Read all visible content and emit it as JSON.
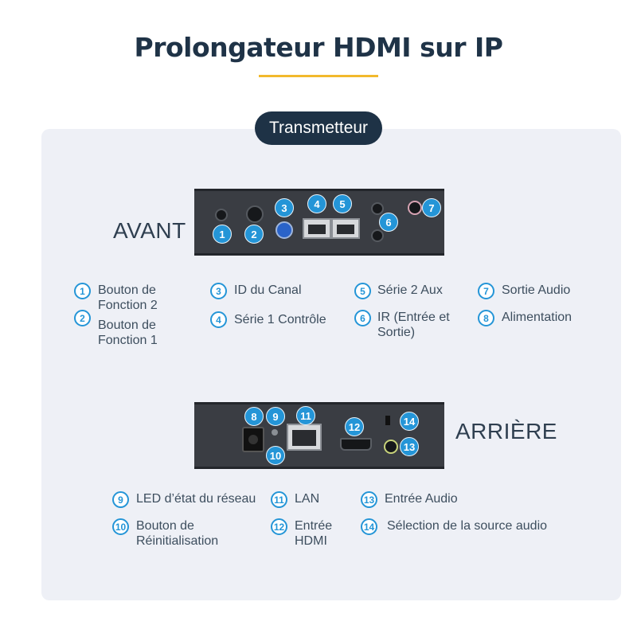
{
  "title": "Prolongateur HDMI sur IP",
  "pill": "Transmetteur",
  "front": {
    "label": "AVANT",
    "badges": [
      "1",
      "2",
      "3",
      "4",
      "5",
      "6",
      "7"
    ],
    "legend": [
      {
        "n": "1",
        "text": "Bouton de Fonction 2"
      },
      {
        "n": "2",
        "text": "Bouton de Fonction 1"
      },
      {
        "n": "3",
        "text": "ID du Canal"
      },
      {
        "n": "4",
        "text": "Série 1 Contrôle"
      },
      {
        "n": "5",
        "text": "Série 2 Aux"
      },
      {
        "n": "6",
        "text": "IR (Entrée et Sortie)"
      },
      {
        "n": "7",
        "text": "Sortie Audio"
      },
      {
        "n": "8",
        "text": "Alimentation"
      }
    ]
  },
  "rear": {
    "label": "ARRIÈRE",
    "badges": [
      "8",
      "9",
      "10",
      "11",
      "12",
      "13",
      "14"
    ],
    "legend": [
      {
        "n": "9",
        "text": "LED d’état du réseau"
      },
      {
        "n": "10",
        "text": "Bouton de Réinitialisation"
      },
      {
        "n": "11",
        "text": "LAN"
      },
      {
        "n": "12",
        "text": "Entrée HDMI"
      },
      {
        "n": "13",
        "text": "Entrée Audio"
      },
      {
        "n": "14",
        "text": "Sélection de la source audio"
      }
    ]
  },
  "colors": {
    "accent": "#2495d7",
    "title": "#1f3347",
    "underline": "#f2b92c",
    "panel": "#eef0f6"
  }
}
